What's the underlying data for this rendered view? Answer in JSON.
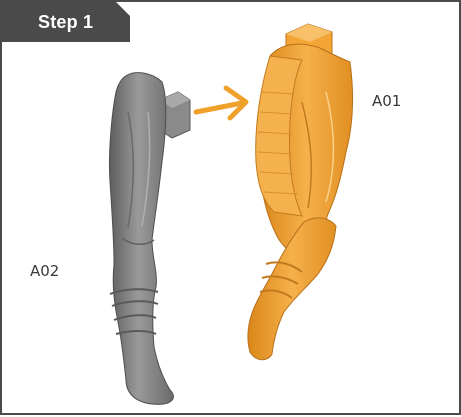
{
  "step": {
    "label": "Step 1"
  },
  "models": {
    "a01": {
      "label": "A01",
      "color": "#f0a12c"
    },
    "a02": {
      "label": "A02",
      "color": "#7b7b7b"
    }
  },
  "arrow": {
    "icon": "arrow-right-icon",
    "color": "#f0a12c"
  },
  "frame": {
    "border_color": "#4a4a4a"
  }
}
